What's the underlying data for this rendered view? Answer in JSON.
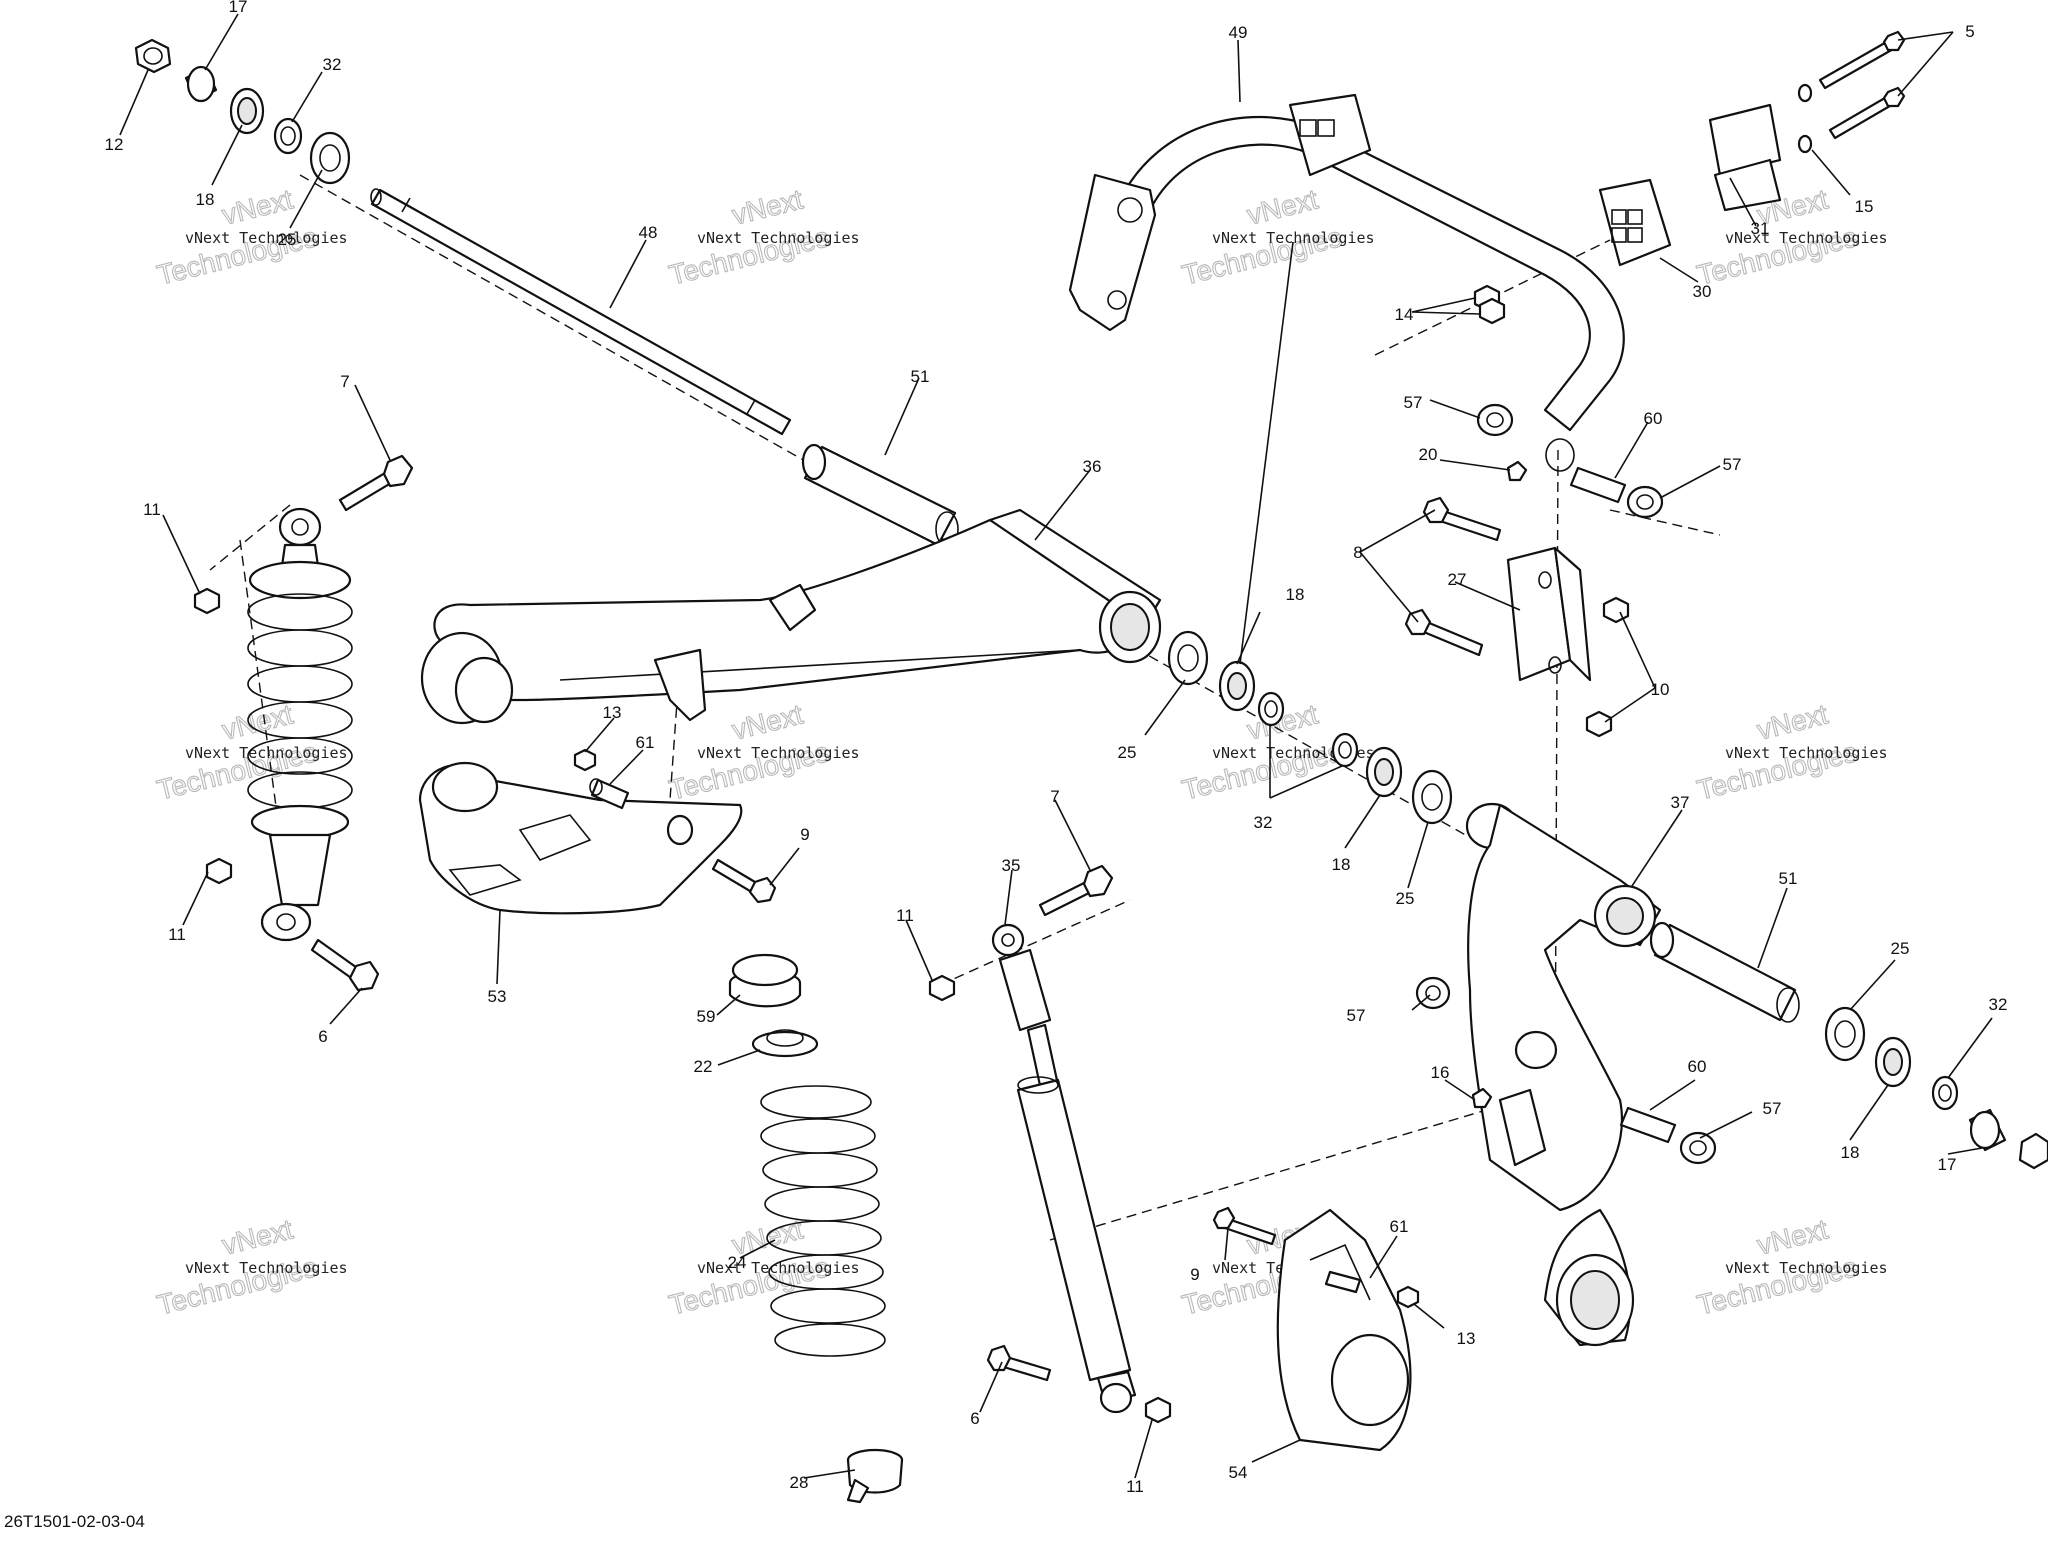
{
  "diagram_code": "26T1501-02-03-04",
  "watermark": {
    "line1": "vNext Technologies",
    "line2": "vNext",
    "line3": "Technologies"
  },
  "callouts": {
    "c5": "5",
    "c6": "6",
    "c7": "7",
    "c8": "8",
    "c9": "9",
    "c10": "10",
    "c11": "11",
    "c12": "12",
    "c13": "13",
    "c14": "14",
    "c15": "15",
    "c16": "16",
    "c17": "17",
    "c18": "18",
    "c20": "20",
    "c22": "22",
    "c24": "24",
    "c25": "25",
    "c27": "27",
    "c28": "28",
    "c30": "30",
    "c31": "31",
    "c32": "32",
    "c35": "35",
    "c36": "36",
    "c37": "37",
    "c48": "48",
    "c49": "49",
    "c51": "51",
    "c53": "53",
    "c54": "54",
    "c57": "57",
    "c59": "59",
    "c60": "60",
    "c61": "61"
  }
}
